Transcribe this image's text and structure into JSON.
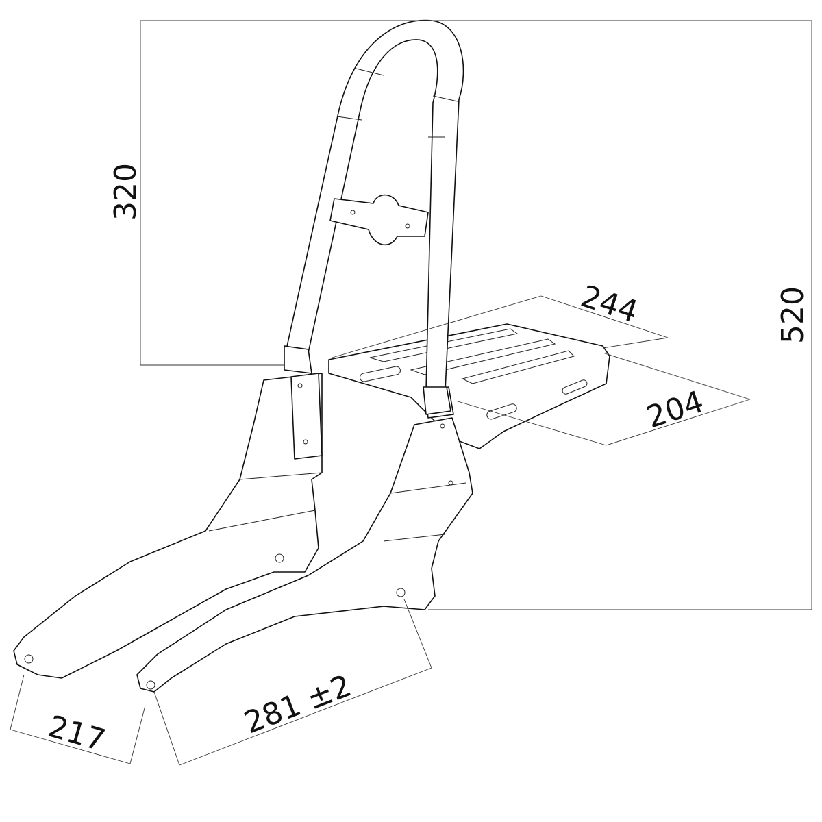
{
  "dimensions": {
    "backrest_height": "320",
    "total_height": "520",
    "rack_length": "244",
    "rack_width": "204",
    "front_mount_span": "217",
    "mount_spacing": "281 ±2"
  },
  "colors": {
    "line": "#111111",
    "background": "#ffffff"
  }
}
